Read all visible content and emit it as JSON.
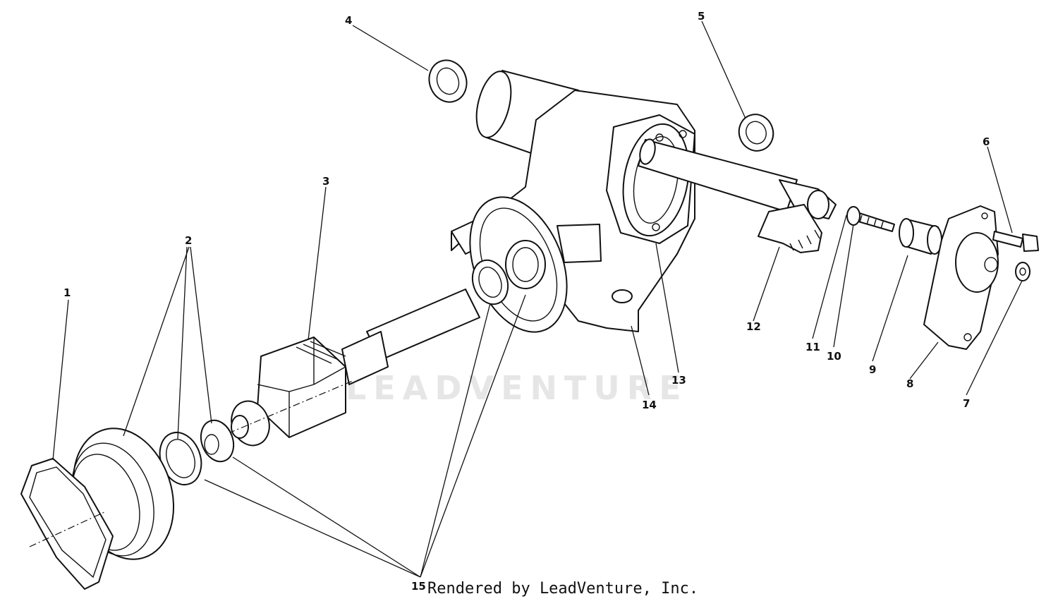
{
  "watermark": "LEADVENTURE",
  "footer": "Rendered by LeadVenture, Inc.",
  "callouts": [
    "1",
    "2",
    "3",
    "4",
    "5",
    "6",
    "7",
    "8",
    "9",
    "10",
    "11",
    "12",
    "13",
    "14",
    "15"
  ]
}
